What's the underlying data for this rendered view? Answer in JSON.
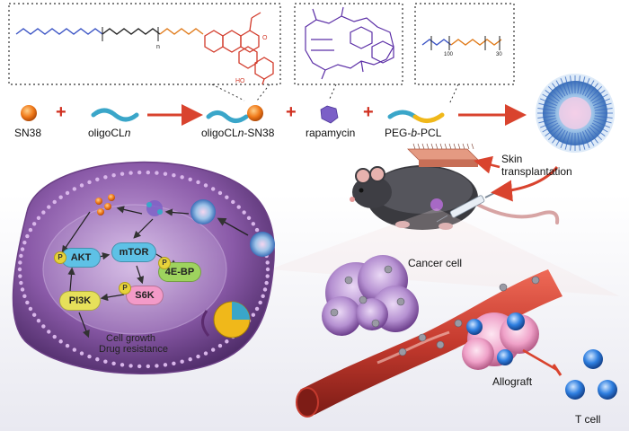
{
  "reagents": {
    "sn38": "SN38",
    "oligocl": "oligoCL",
    "oligocl_n": "n",
    "conjugate_a": "oligoCL",
    "conjugate_n": "n",
    "conjugate_b": "-SN38",
    "rapamycin": "rapamycin",
    "peg": "PEG-",
    "peg_b": "b",
    "peg_end": "-PCL"
  },
  "structure_labels": {
    "n1": "n",
    "oh": "HO",
    "o": "O",
    "s100": "100",
    "s30": "30"
  },
  "mouse": {
    "skin_transplant_l1": "Skin",
    "skin_transplant_l2": "transplantation"
  },
  "pathway": {
    "akt": "AKT",
    "mtor": "mTOR",
    "ebp": "4E-BP",
    "pi3k": "PI3K",
    "s6k": "S6K",
    "p": "P",
    "growth": "Cell growth",
    "resistance": "Drug resistance"
  },
  "tissue": {
    "cancer_cell": "Cancer cell",
    "allograft": "Allograft",
    "t_cell": "T cell"
  },
  "colors": {
    "arrow_red": "#d9432e",
    "sn38_orange": "#f07a1a",
    "oligo_teal": "#3aa6c9",
    "rapamycin_purple": "#7b5fc7",
    "cell_purple": "#8a5aa8",
    "vessel_red": "#c53a2e",
    "tcell_blue": "#2f7fe0"
  }
}
